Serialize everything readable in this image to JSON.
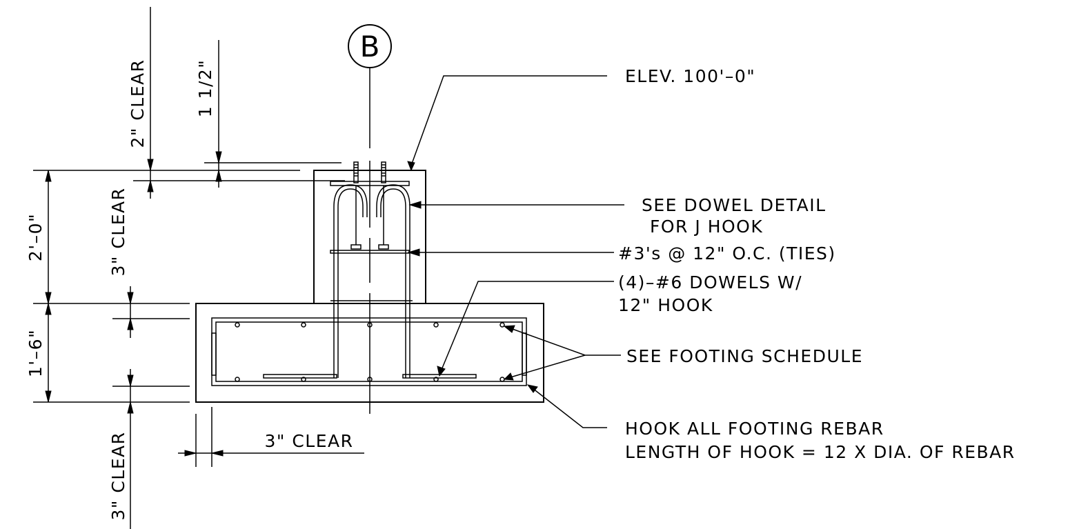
{
  "grid_bubble": {
    "label": "B"
  },
  "notes": {
    "elevation": "ELEV. 100'–0\"",
    "dowel_detail_line1": "SEE DOWEL DETAIL",
    "dowel_detail_line2": "FOR J HOOK",
    "ties": "#3's @ 12\" O.C. (TIES)",
    "dowels_line1": "(4)–#6 DOWELS W/",
    "dowels_line2": "12\" HOOK",
    "footing_schedule": "SEE FOOTING SCHEDULE",
    "hook_line1": "HOOK ALL FOOTING REBAR",
    "hook_line2": "LENGTH OF HOOK = 12 X DIA. OF REBAR"
  },
  "dimensions": {
    "top_clear": "2\" CLEAR",
    "anchor_projection": "1 1/2\"",
    "pier_clear": "3\" CLEAR",
    "pier_height": "2'–0\"",
    "footing_depth": "1'–6\"",
    "bottom_clear": "3\" CLEAR",
    "side_clear": "3\" CLEAR"
  }
}
